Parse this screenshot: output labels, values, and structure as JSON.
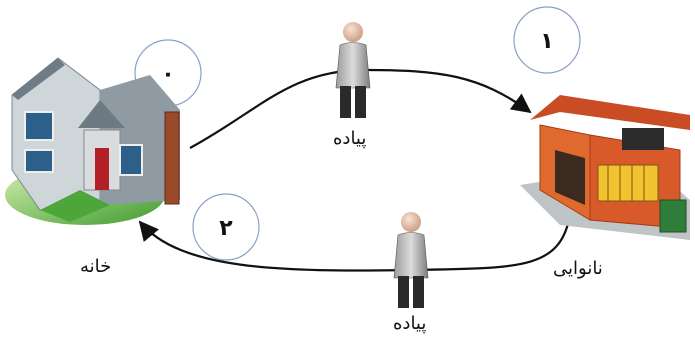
{
  "nodes": {
    "home": {
      "label": "خانه"
    },
    "bakery": {
      "label": "نانوایی"
    }
  },
  "edges": [
    {
      "label": "پیاده"
    },
    {
      "label": "پیاده"
    }
  ],
  "steps": [
    "۰",
    "۱",
    "۲"
  ],
  "colors": {
    "line": "#111111",
    "circle_stroke": "#8aa0c8",
    "house_wall": "#cfd6da",
    "bakery_wall": "#d85a2a"
  }
}
